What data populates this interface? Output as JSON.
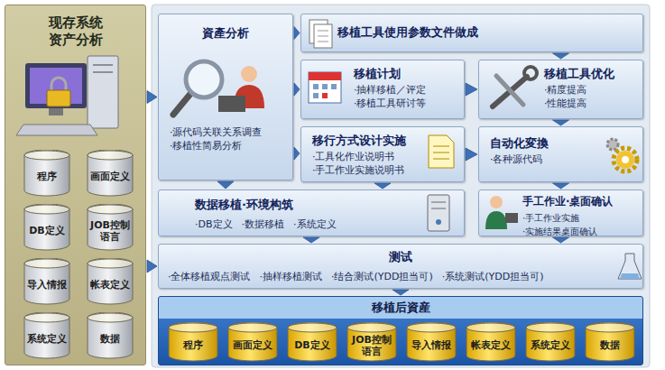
{
  "diagram": {
    "nodes": [
      {
        "text": [
          "现存系统 资产分析"
        ]
      },
      {
        "text": [
          "程序"
        ],
        "in": 0
      },
      {
        "text": [
          "画面定义"
        ],
        "in": 0
      },
      {
        "text": [
          "DB定义"
        ],
        "in": 0
      },
      {
        "text": [
          "JOB控制语言"
        ],
        "in": 0
      },
      {
        "text": [
          "导入情报"
        ],
        "in": 0
      },
      {
        "text": [
          "帐表定义"
        ],
        "in": 0
      },
      {
        "text": [
          "系统定义"
        ],
        "in": 0
      },
      {
        "text": [
          "数据"
        ],
        "in": 0
      },
      {
        "text": [
          "資產分析",
          "·源代码关联关系调查",
          "·移植性简易分析"
        ]
      },
      {
        "text": [
          "移植工具使用参数文件做成"
        ]
      },
      {
        "text": [
          "移植计划",
          "·抽样移植／评定",
          "·移植工具研讨等"
        ]
      },
      {
        "text": [
          "移植工具优化",
          "·精度提高",
          "·性能提高"
        ]
      },
      {
        "text": [
          "移行方式设计实施",
          "·工具化作业说明书",
          "·手工作业实施说明书"
        ]
      },
      {
        "text": [
          "自动化変換",
          "·各种源代码"
        ]
      },
      {
        "text": [
          "数据移植·环境构筑",
          "·DB定义",
          "·数据移植",
          "·系统定义"
        ]
      },
      {
        "text": [
          "手工作业·桌面确认",
          "·手工作业实施",
          "·实施结果桌面确认"
        ]
      },
      {
        "text": [
          "测试",
          "·全体移植观点测试",
          "·抽样移植测试",
          "·结合测试(YDD担当可)",
          "·系统测试(YDD担当可)"
        ]
      },
      {
        "text": [
          "移植后資産"
        ]
      },
      {
        "text": [
          "程序"
        ],
        "in": 18
      },
      {
        "text": [
          "画面定义"
        ],
        "in": 18
      },
      {
        "text": [
          "DB定义"
        ],
        "in": 18
      },
      {
        "text": [
          "JOB控制语言"
        ],
        "in": 18
      },
      {
        "text": [
          "导入情报"
        ],
        "in": 18
      },
      {
        "text": [
          "帐表定义"
        ],
        "in": 18
      },
      {
        "text": [
          "系统定义"
        ],
        "in": 18
      },
      {
        "text": [
          "数据"
        ],
        "in": 18
      }
    ],
    "edges": [
      {
        "from": 0,
        "to": 9,
        "arrow": "to"
      },
      {
        "from": 9,
        "to": 10,
        "arrow": "to"
      },
      {
        "from": 9,
        "to": 11,
        "arrow": "to"
      },
      {
        "from": 9,
        "to": 13,
        "arrow": "to"
      },
      {
        "from": 11,
        "to": 12,
        "arrow": "to"
      },
      {
        "from": 10,
        "to": 12,
        "arrow": "to"
      },
      {
        "from": 12,
        "to": 14,
        "arrow": "to"
      },
      {
        "from": 13,
        "to": 14,
        "arrow": "to"
      },
      {
        "from": 14,
        "to": 16,
        "arrow": "to"
      },
      {
        "from": 9,
        "to": 15,
        "arrow": "to"
      },
      {
        "from": 13,
        "to": 15,
        "arrow": "to"
      },
      {
        "from": 15,
        "to": 17,
        "arrow": "to"
      },
      {
        "from": 16,
        "to": 17,
        "arrow": "to"
      },
      {
        "from": 0,
        "to": 17,
        "arrow": "to"
      },
      {
        "from": 17,
        "to": 18,
        "arrow": "to"
      }
    ]
  }
}
